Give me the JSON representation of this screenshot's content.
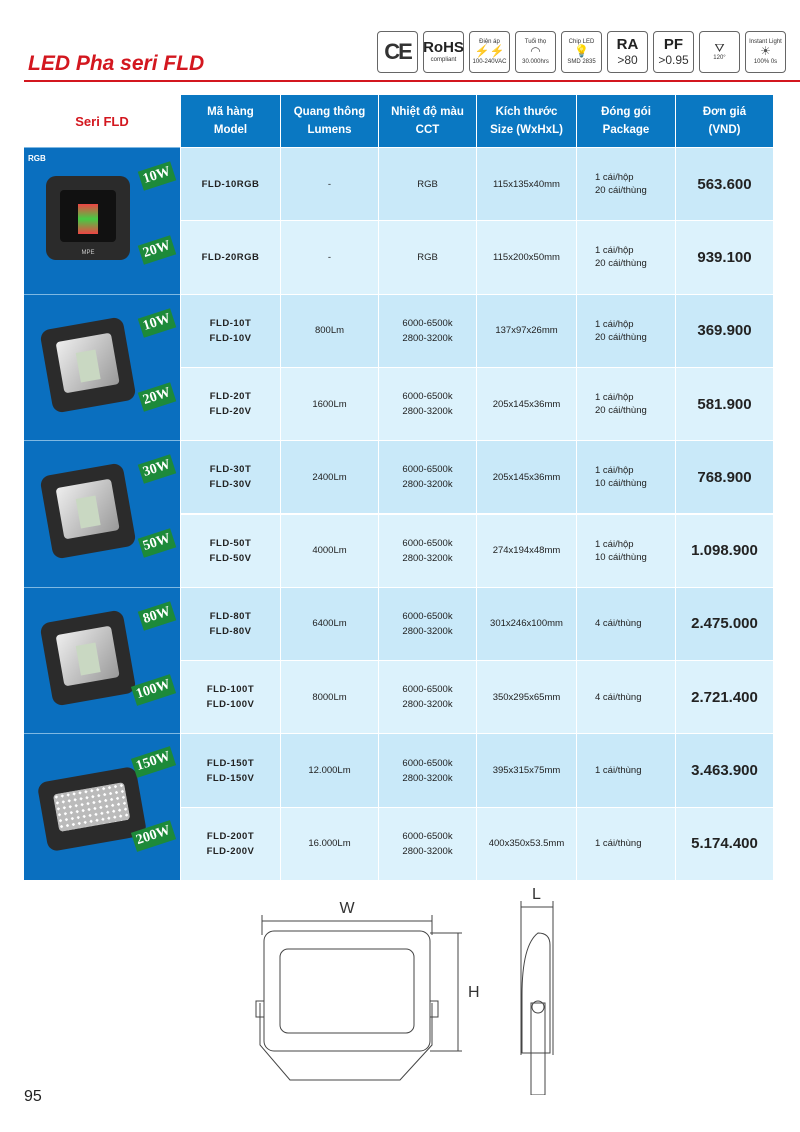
{
  "title": "LED Pha seri FLD",
  "cert_icons": [
    {
      "name": "ce",
      "label": "CE"
    },
    {
      "name": "rohs",
      "label": "RoHS",
      "sub": "compliant"
    },
    {
      "name": "voltage",
      "top": "Điện áp",
      "sub": "100-240VAC"
    },
    {
      "name": "lifetime",
      "top": "Tuổi thọ",
      "sub": "30.000hrs"
    },
    {
      "name": "chip",
      "top": "Chip LED",
      "sub": "SMD 2835"
    },
    {
      "name": "ra",
      "top": "RA",
      "sub": ">80"
    },
    {
      "name": "pf",
      "top": "PF",
      "sub": ">0.95"
    },
    {
      "name": "beam",
      "sub": "120°"
    },
    {
      "name": "instant",
      "top": "Instant Light",
      "sub": "100% 0s"
    }
  ],
  "table": {
    "series_label": "Seri FLD",
    "headers": [
      [
        "Mã hàng",
        "Model"
      ],
      [
        "Quang thông",
        "Lumens"
      ],
      [
        "Nhiệt độ màu",
        "CCT"
      ],
      [
        "Kích thước",
        "Size (WxHxL)"
      ],
      [
        "Đóng gói",
        "Package"
      ],
      [
        "Đơn giá",
        "(VND)"
      ]
    ],
    "rows": [
      {
        "watt": "10W",
        "model": [
          "FLD-10RGB"
        ],
        "lumens": "-",
        "cct": [
          "RGB"
        ],
        "size": "115x135x40mm",
        "package": [
          "1 cái/hộp",
          "20 cái/thùng"
        ],
        "price": "563.600"
      },
      {
        "watt": "20W",
        "model": [
          "FLD-20RGB"
        ],
        "lumens": "-",
        "cct": [
          "RGB"
        ],
        "size": "115x200x50mm",
        "package": [
          "1 cái/hộp",
          "20 cái/thùng"
        ],
        "price": "939.100"
      },
      {
        "watt": "10W",
        "model": [
          "FLD-10T",
          "FLD-10V"
        ],
        "lumens": "800Lm",
        "cct": [
          "6000-6500k",
          "2800-3200k"
        ],
        "size": "137x97x26mm",
        "package": [
          "1 cái/hộp",
          "20 cái/thùng"
        ],
        "price": "369.900"
      },
      {
        "watt": "20W",
        "model": [
          "FLD-20T",
          "FLD-20V"
        ],
        "lumens": "1600Lm",
        "cct": [
          "6000-6500k",
          "2800-3200k"
        ],
        "size": "205x145x36mm",
        "package": [
          "1 cái/hộp",
          "20 cái/thùng"
        ],
        "price": "581.900"
      },
      {
        "watt": "30W",
        "model": [
          "FLD-30T",
          "FLD-30V"
        ],
        "lumens": "2400Lm",
        "cct": [
          "6000-6500k",
          "2800-3200k"
        ],
        "size": "205x145x36mm",
        "package": [
          "1 cái/hộp",
          "10 cái/thùng"
        ],
        "price": "768.900"
      },
      {
        "watt": "50W",
        "model": [
          "FLD-50T",
          "FLD-50V"
        ],
        "lumens": "4000Lm",
        "cct": [
          "6000-6500k",
          "2800-3200k"
        ],
        "size": "274x194x48mm",
        "package": [
          "1 cái/hộp",
          "10 cái/thùng"
        ],
        "price": "1.098.900"
      },
      {
        "watt": "80W",
        "model": [
          "FLD-80T",
          "FLD-80V"
        ],
        "lumens": "6400Lm",
        "cct": [
          "6000-6500k",
          "2800-3200k"
        ],
        "size": "301x246x100mm",
        "package": [
          "4 cái/thùng"
        ],
        "price": "2.475.000"
      },
      {
        "watt": "100W",
        "model": [
          "FLD-100T",
          "FLD-100V"
        ],
        "lumens": "8000Lm",
        "cct": [
          "6000-6500k",
          "2800-3200k"
        ],
        "size": "350x295x65mm",
        "package": [
          "4 cái/thùng"
        ],
        "price": "2.721.400"
      },
      {
        "watt": "150W",
        "model": [
          "FLD-150T",
          "FLD-150V"
        ],
        "lumens": "12.000Lm",
        "cct": [
          "6000-6500k",
          "2800-3200k"
        ],
        "size": "395x315x75mm",
        "package": [
          "1 cái/thùng"
        ],
        "price": "3.463.900"
      },
      {
        "watt": "200W",
        "model": [
          "FLD-200T",
          "FLD-200V"
        ],
        "lumens": "16.000Lm",
        "cct": [
          "6000-6500k",
          "2800-3200k"
        ],
        "size": "400x350x53.5mm",
        "package": [
          "1 cái/thùng"
        ],
        "price": "5.174.400"
      }
    ],
    "rgb_label": "RGB",
    "brand_label": "MPE"
  },
  "diagram": {
    "w": "W",
    "h": "H",
    "l": "L"
  },
  "page_number": "95"
}
